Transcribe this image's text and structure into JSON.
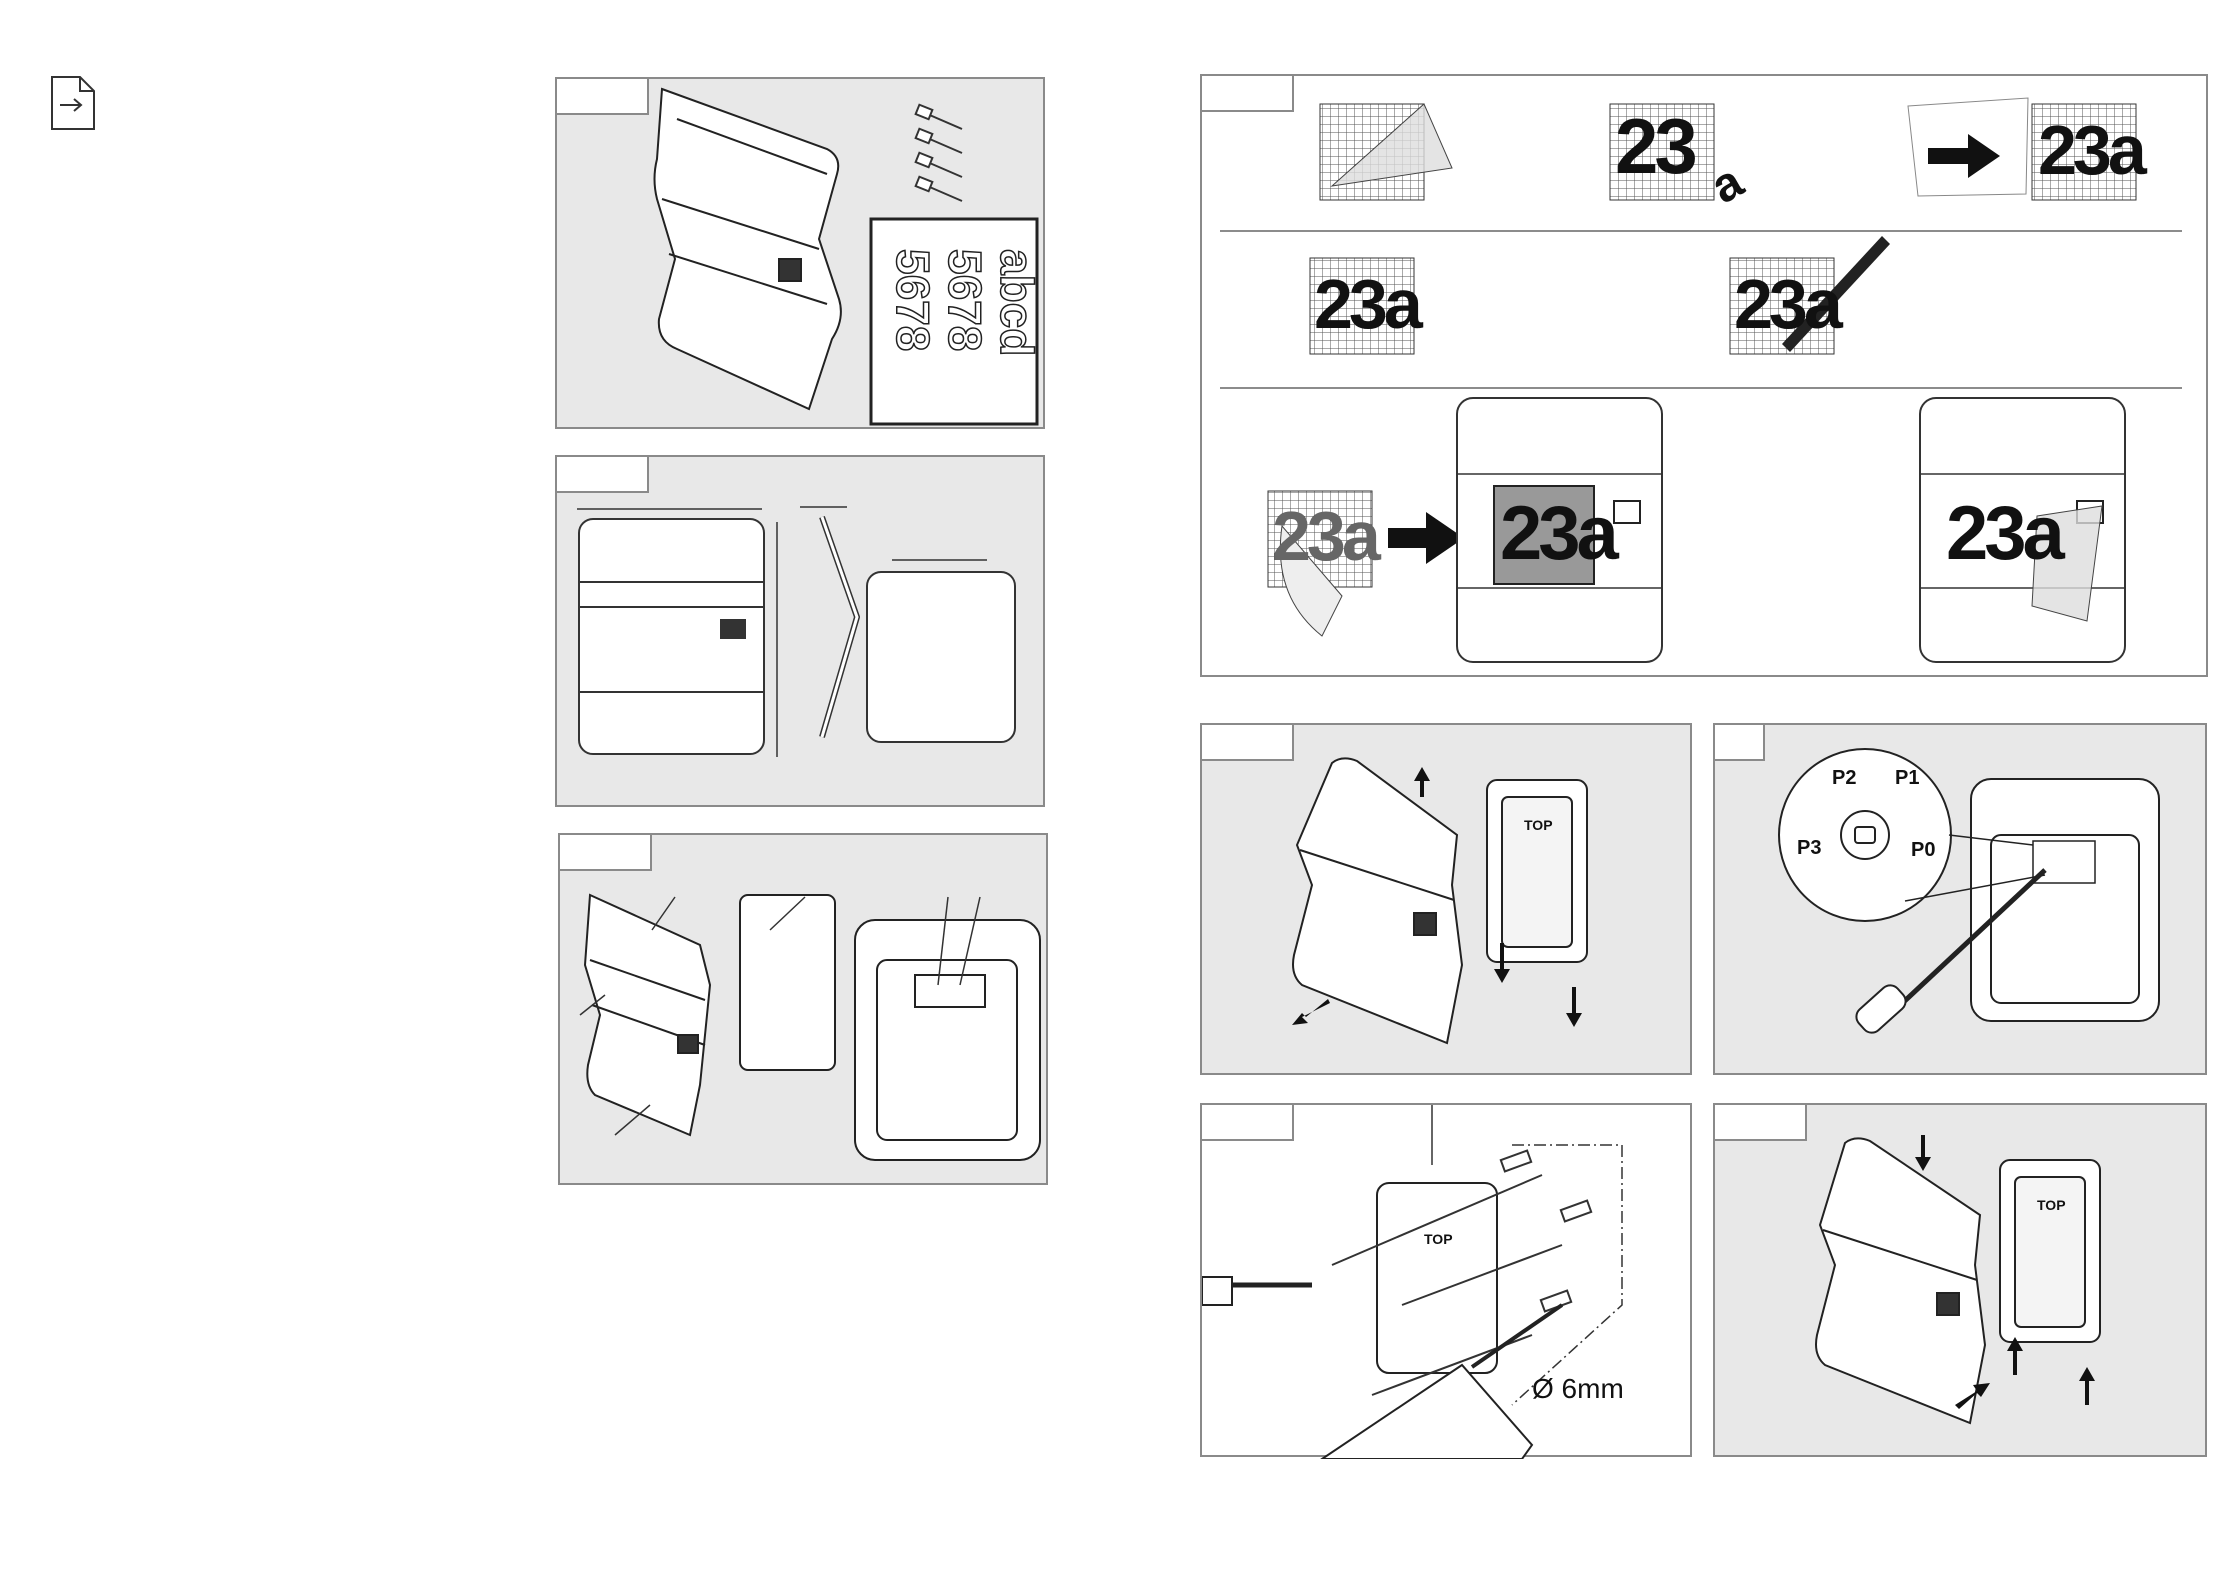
{
  "icons": {
    "document_arrow": "document-arrow-icon"
  },
  "house_number": {
    "digits": "23",
    "letter": "a",
    "full": "23a"
  },
  "potentiometer_positions": [
    "P2",
    "P1",
    "P3",
    "P0"
  ],
  "drill_label": "Ø 6mm",
  "mounting_plate_text": "TOP",
  "colors": {
    "panel_grey": "#e8e8e8",
    "border": "#8a8a8a",
    "ink": "#1a1a1a"
  }
}
